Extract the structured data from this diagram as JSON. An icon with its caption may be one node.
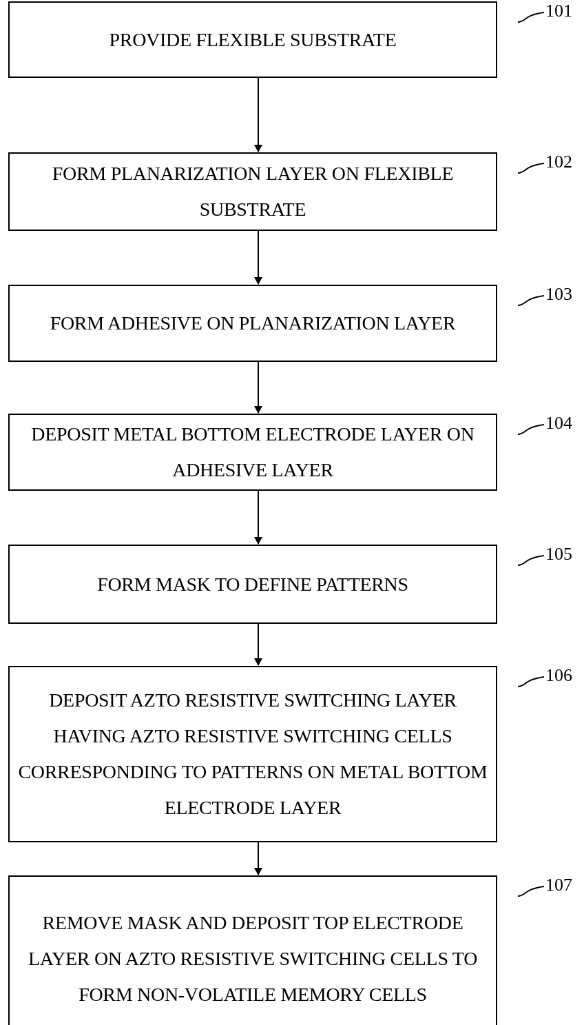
{
  "diagram": {
    "nodes": [
      {
        "text": [
          "PROVIDE FLEXIBLE SUBSTRATE"
        ]
      },
      {
        "text": [
          "101"
        ]
      },
      {
        "text": [
          "FORM PLANARIZATION LAYER ON FLEXIBLE SUBSTRATE"
        ]
      },
      {
        "text": [
          "102"
        ]
      },
      {
        "text": [
          "FORM ADHESIVE ON PLANARIZATION LAYER"
        ]
      },
      {
        "text": [
          "103"
        ]
      },
      {
        "text": [
          "DEPOSIT METAL BOTTOM ELECTRODE LAYER ON ADHESIVE LAYER"
        ]
      },
      {
        "text": [
          "104"
        ]
      },
      {
        "text": [
          "FORM MASK TO DEFINE PATTERNS"
        ]
      },
      {
        "text": [
          "105"
        ]
      },
      {
        "text": [
          "DEPOSIT AZTO RESISTIVE SWITCHING LAYER HAVING AZTO RESISTIVE SWITCHING CELLS CORRESPONDING TO PATTERNS ON METAL BOTTOM ELECTRODE LAYER"
        ]
      },
      {
        "text": [
          "106"
        ]
      },
      {
        "text": [
          "REMOVE MASK AND DEPOSIT TOP ELECTRODE LAYER ON AZTO RESISTIVE SWITCHING CELLS TO FORM NON-VOLATILE MEMORY CELLS"
        ]
      },
      {
        "text": [
          "107"
        ]
      }
    ],
    "edges": [
      {
        "from": 0,
        "to": 2,
        "arrow": "to"
      },
      {
        "from": 2,
        "to": 4,
        "arrow": "to"
      },
      {
        "from": 4,
        "to": 6,
        "arrow": "to"
      },
      {
        "from": 6,
        "to": 8,
        "arrow": "to"
      },
      {
        "from": 8,
        "to": 10,
        "arrow": "to"
      },
      {
        "from": 10,
        "to": 12,
        "arrow": "to"
      },
      {
        "from": 1,
        "to": 0,
        "arrow": "none"
      },
      {
        "from": 3,
        "to": 2,
        "arrow": "none"
      },
      {
        "from": 5,
        "to": 4,
        "arrow": "none"
      },
      {
        "from": 7,
        "to": 6,
        "arrow": "none"
      },
      {
        "from": 9,
        "to": 8,
        "arrow": "none"
      },
      {
        "from": 11,
        "to": 10,
        "arrow": "none"
      },
      {
        "from": 13,
        "to": 12,
        "arrow": "none"
      }
    ]
  }
}
